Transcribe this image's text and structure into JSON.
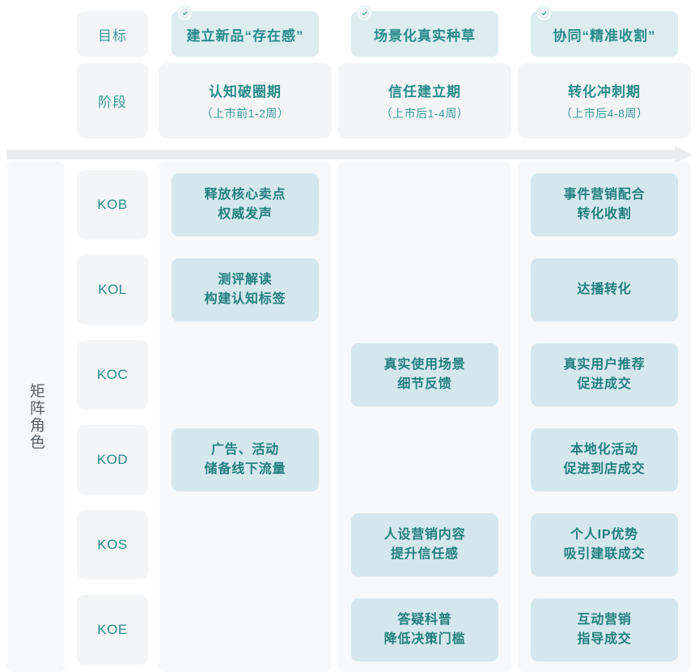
{
  "meta": {
    "role_axis_label": "矩阵角色",
    "accent_teal": "#2a8c8c",
    "card_fill": "#d4e7ed",
    "panel_fill": "#f7f8f9",
    "chip_fill": "#f4f5f6",
    "goal_fill": "#dcecef",
    "arrow_color": "#ebecee"
  },
  "row_headers": {
    "goal": "目标",
    "stage": "阶段"
  },
  "phases": [
    {
      "goal": "建立新品“存在感”",
      "stage_title": "认知破圈期",
      "stage_sub": "（上市前1-2周）",
      "badge_icon": "check-circle-icon"
    },
    {
      "goal": "场景化真实种草",
      "stage_title": "信任建立期",
      "stage_sub": "（上市后1-4周）",
      "badge_icon": "check-circle-icon"
    },
    {
      "goal": "协同“精准收割”",
      "stage_title": "转化冲刺期",
      "stage_sub": "（上市后4-8周）",
      "badge_icon": "check-circle-icon"
    }
  ],
  "roles": [
    {
      "name": "KOB"
    },
    {
      "name": "KOL"
    },
    {
      "name": "KOC"
    },
    {
      "name": "KOD"
    },
    {
      "name": "KOS"
    },
    {
      "name": "KOE"
    }
  ],
  "cells": [
    {
      "role": "KOB",
      "phase": 0,
      "text": "释放核心卖点\n权威发声"
    },
    {
      "role": "KOB",
      "phase": 2,
      "text": "事件营销配合\n转化收割"
    },
    {
      "role": "KOL",
      "phase": 0,
      "text": "测评解读\n构建认知标签"
    },
    {
      "role": "KOL",
      "phase": 2,
      "text": "达播转化"
    },
    {
      "role": "KOC",
      "phase": 1,
      "text": "真实使用场景\n细节反馈"
    },
    {
      "role": "KOC",
      "phase": 2,
      "text": "真实用户推荐\n促进成交"
    },
    {
      "role": "KOD",
      "phase": 0,
      "text": "广告、活动\n储备线下流量"
    },
    {
      "role": "KOD",
      "phase": 2,
      "text": "本地化活动\n促进到店成交"
    },
    {
      "role": "KOS",
      "phase": 1,
      "text": "人设营销内容\n提升信任感"
    },
    {
      "role": "KOS",
      "phase": 2,
      "text": "个人IP优势\n吸引建联成交"
    },
    {
      "role": "KOE",
      "phase": 1,
      "text": "答疑科普\n降低决策门槛"
    },
    {
      "role": "KOE",
      "phase": 2,
      "text": "互动营销\n指导成交"
    }
  ],
  "arrow": {
    "icon": "right-arrow-timeline-icon",
    "direction": "right"
  }
}
